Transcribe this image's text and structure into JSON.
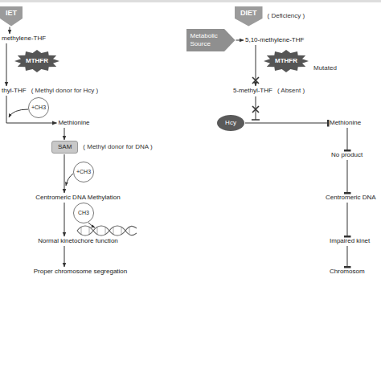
{
  "diagram": {
    "nodes": [
      {
        "text": [
          "IET"
        ]
      },
      {
        "text": [
          "methylene-THF"
        ]
      },
      {
        "text": [
          "MTHFR"
        ]
      },
      {
        "text": [
          "thyl-THF",
          "( Methyl donor for Hcy )"
        ]
      },
      {
        "text": [
          "+CH3"
        ]
      },
      {
        "text": [
          "Methionine"
        ]
      },
      {
        "text": [
          "SAM",
          "( Methyl donor for DNA )"
        ]
      },
      {
        "text": [
          "+CH3"
        ]
      },
      {
        "text": [
          "Centromeric DNA Methylation"
        ]
      },
      {
        "text": [
          "CH3"
        ]
      },
      {
        "text": [
          "Normal kinetochore function"
        ]
      },
      {
        "text": [
          "Proper chromosome segregation"
        ]
      },
      {
        "text": [
          "DIET",
          "( Deficiency )"
        ]
      },
      {
        "text": [
          "Metabolic Source"
        ]
      },
      {
        "text": [
          "5,10-methylene-THF"
        ]
      },
      {
        "text": [
          "MTHFR",
          "Mutated"
        ]
      },
      {
        "text": [
          "5-methyl-THF",
          "( Absent )"
        ]
      },
      {
        "text": [
          "Hcy"
        ]
      },
      {
        "text": [
          "Methionine"
        ]
      },
      {
        "text": [
          "No product"
        ]
      },
      {
        "text": [
          "Centromeric DNA"
        ]
      },
      {
        "text": [
          "Impaired kinet"
        ]
      },
      {
        "text": [
          "Chromosom"
        ]
      }
    ],
    "edges": [
      {
        "from": 0,
        "to": 1,
        "arrow": "to"
      },
      {
        "from": 1,
        "to": 3,
        "arrow": "to"
      },
      {
        "from": 3,
        "to": 5,
        "arrow": "to"
      },
      {
        "from": 5,
        "to": 6,
        "arrow": "to"
      },
      {
        "from": 6,
        "to": 8,
        "arrow": "to"
      },
      {
        "from": 8,
        "to": 10,
        "arrow": "to"
      },
      {
        "from": 10,
        "to": 11,
        "arrow": "to"
      },
      {
        "from": 13,
        "to": 14,
        "arrow": "to"
      },
      {
        "from": 14,
        "to": 16,
        "arrow": "to"
      },
      {
        "from": 17,
        "to": 18,
        "arrow": "to"
      },
      {
        "from": 18,
        "to": 19,
        "arrow": "to"
      },
      {
        "from": 19,
        "to": 20,
        "arrow": "to"
      },
      {
        "from": 20,
        "to": 21,
        "arrow": "to"
      },
      {
        "from": 21,
        "to": 22,
        "arrow": "to"
      }
    ]
  }
}
